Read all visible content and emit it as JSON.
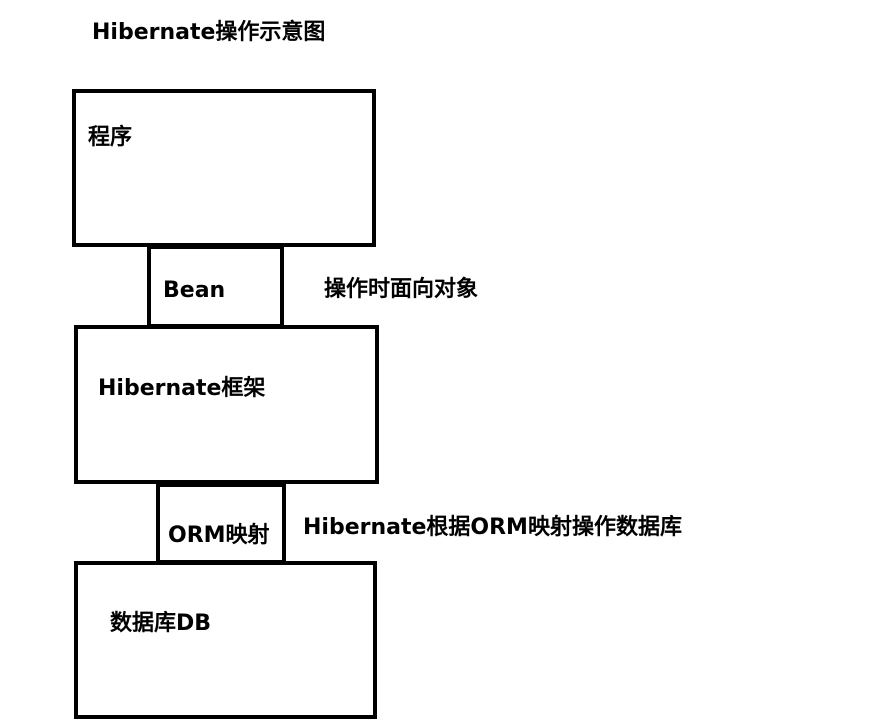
{
  "diagram": {
    "title": "Hibernate操作示意图",
    "boxes": {
      "program": "程序",
      "bean": "Bean",
      "framework": "Hibernate框架",
      "orm": "ORM映射",
      "database": "数据库DB"
    },
    "notes": {
      "bean": "操作时面向对象",
      "orm": "Hibernate根据ORM映射操作数据库"
    }
  }
}
